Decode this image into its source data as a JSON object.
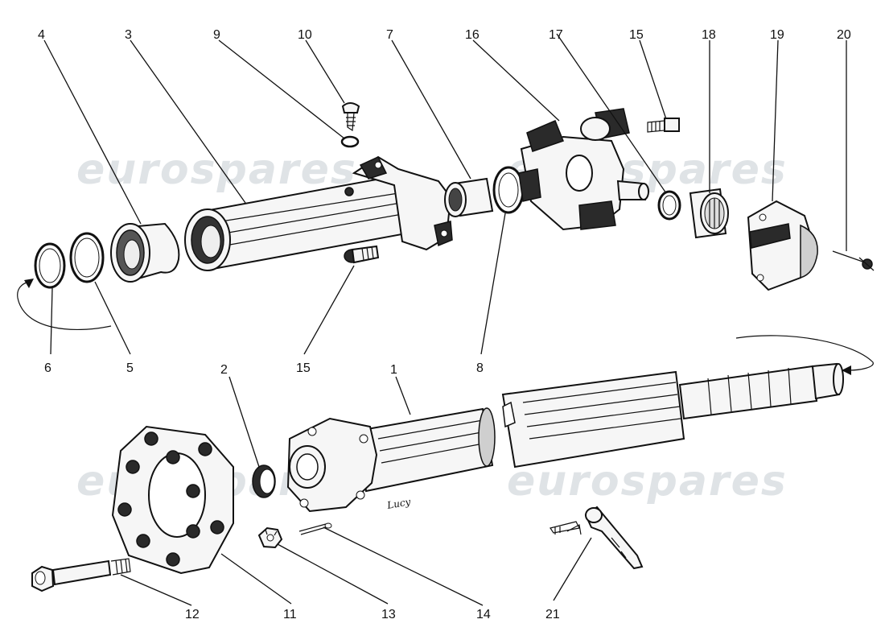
{
  "watermark": {
    "text": "eurospares",
    "color": "#dfe3e6"
  },
  "signature_text": "Lucy",
  "callouts": [
    {
      "id": "1",
      "label": "1"
    },
    {
      "id": "2",
      "label": "2"
    },
    {
      "id": "3",
      "label": "3"
    },
    {
      "id": "4",
      "label": "4"
    },
    {
      "id": "5",
      "label": "5"
    },
    {
      "id": "6",
      "label": "6"
    },
    {
      "id": "7",
      "label": "7"
    },
    {
      "id": "8",
      "label": "8"
    },
    {
      "id": "9",
      "label": "9"
    },
    {
      "id": "10",
      "label": "10"
    },
    {
      "id": "11",
      "label": "11"
    },
    {
      "id": "12",
      "label": "12"
    },
    {
      "id": "13",
      "label": "13"
    },
    {
      "id": "14",
      "label": "14"
    },
    {
      "id": "15a",
      "label": "15"
    },
    {
      "id": "15b",
      "label": "15"
    },
    {
      "id": "16",
      "label": "16"
    },
    {
      "id": "17",
      "label": "17"
    },
    {
      "id": "18",
      "label": "18"
    },
    {
      "id": "19",
      "label": "19"
    },
    {
      "id": "20",
      "label": "20"
    },
    {
      "id": "21",
      "label": "21"
    }
  ]
}
